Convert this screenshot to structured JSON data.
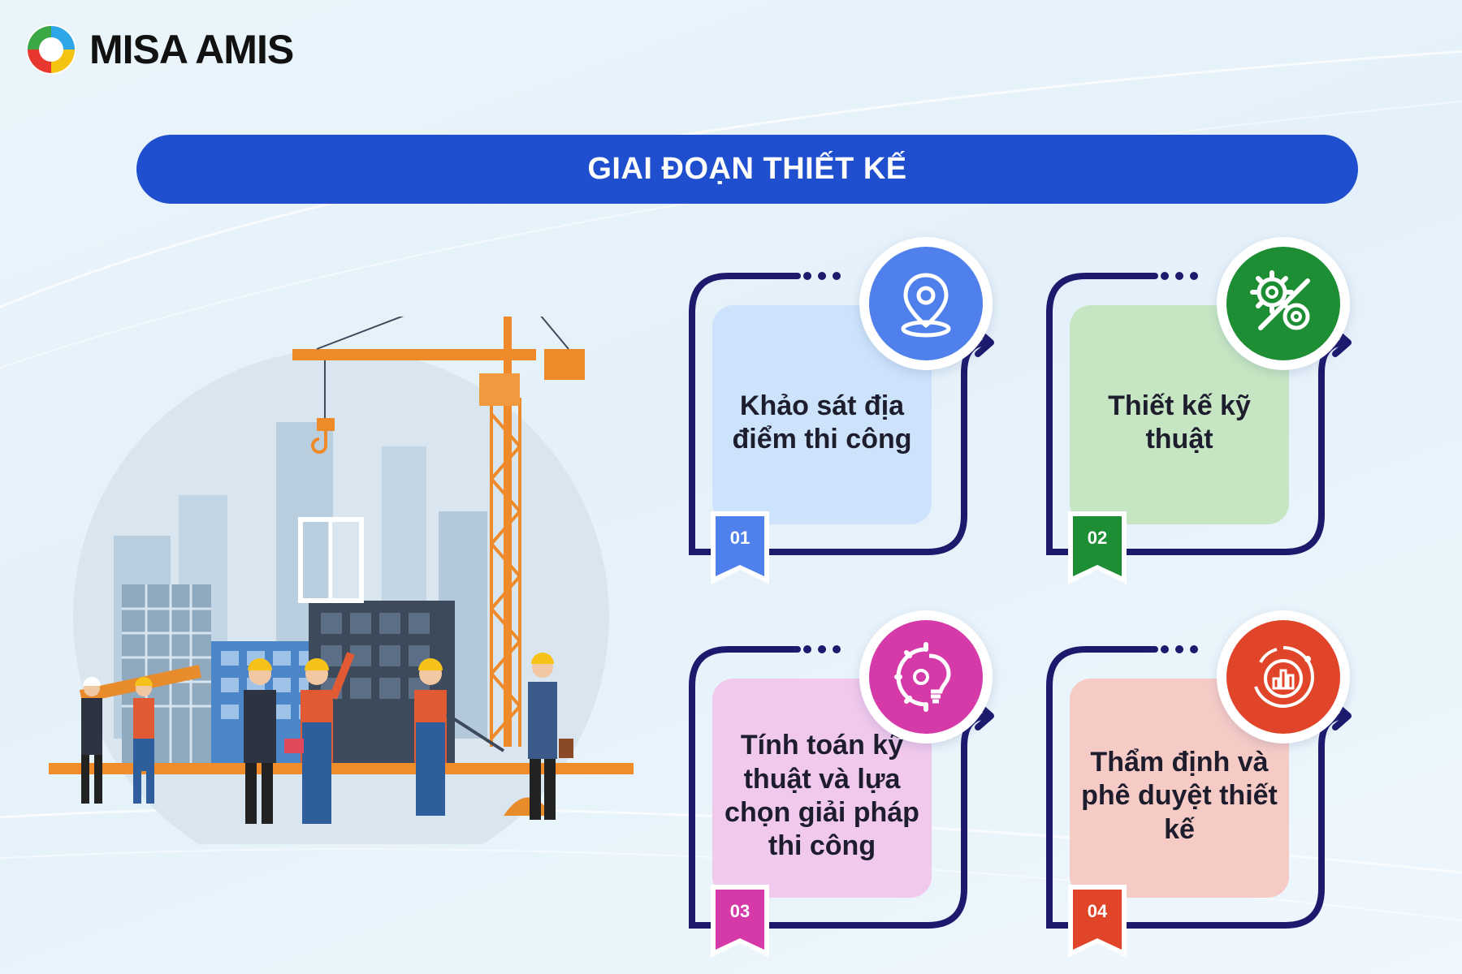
{
  "logo": {
    "text": "MISA AMIS"
  },
  "banner": {
    "title": "GIAI ĐOẠN THIẾT KẾ"
  },
  "colors": {
    "banner": "#1f4fcf",
    "frame": "#1d1a6e",
    "step1_card": "#cde3fb",
    "step1_accent": "#4f80ec",
    "step2_card": "#c6e6c3",
    "step2_accent": "#1e8e34",
    "step3_card": "#f0c9ec",
    "step3_accent": "#d63aa8",
    "step4_card": "#f6cbc6",
    "step4_accent": "#e0452a"
  },
  "steps": [
    {
      "number": "01",
      "label": "Khảo sát địa điểm thi công",
      "icon": "location-pin-icon"
    },
    {
      "number": "02",
      "label": "Thiết kế kỹ thuật",
      "icon": "gear-wrench-icon"
    },
    {
      "number": "03",
      "label": "Tính toán kỹ thuật và lựa chọn giải pháp thi công",
      "icon": "gear-lightbulb-icon"
    },
    {
      "number": "04",
      "label": "Thẩm định và phê duyệt thiết kế",
      "icon": "chart-cycle-icon"
    }
  ]
}
